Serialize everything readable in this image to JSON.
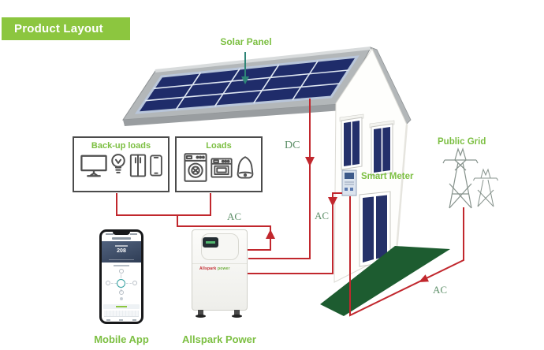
{
  "banner": {
    "title": "Product Layout"
  },
  "annotations": {
    "solar_panel": "Solar Panel",
    "dc": "DC",
    "ac_battery_to_loads": "AC",
    "ac_meter_to_battery": "AC",
    "ac_grid_to_house": "AC",
    "smart_meter": "Smart Meter",
    "public_grid": "Public Grid",
    "mobile_app": "Mobile App",
    "allspark_power": "Allspark Power"
  },
  "boxes": {
    "backup": {
      "title": "Back-up loads",
      "icons": [
        "tv-monitor",
        "light-bulb",
        "refrigerator",
        "smartphone"
      ]
    },
    "loads": {
      "title": "Loads",
      "icons": [
        "washing-machine",
        "oven",
        "iron"
      ]
    }
  },
  "phone": {
    "screen_value": "208"
  },
  "battery": {
    "logo_brand": "Allspark",
    "logo_suffix": "power"
  },
  "colors": {
    "banner_green": "#8cc63f",
    "label_green": "#7cbf42",
    "wire_red": "#c1272d",
    "serif_label_green": "#5d8f68",
    "pointer_teal": "#2e8577",
    "solar_panel_blue": "#1f2c6a",
    "roof_gray": "#b3b7b9",
    "lawn_green": "#1d5c30"
  }
}
